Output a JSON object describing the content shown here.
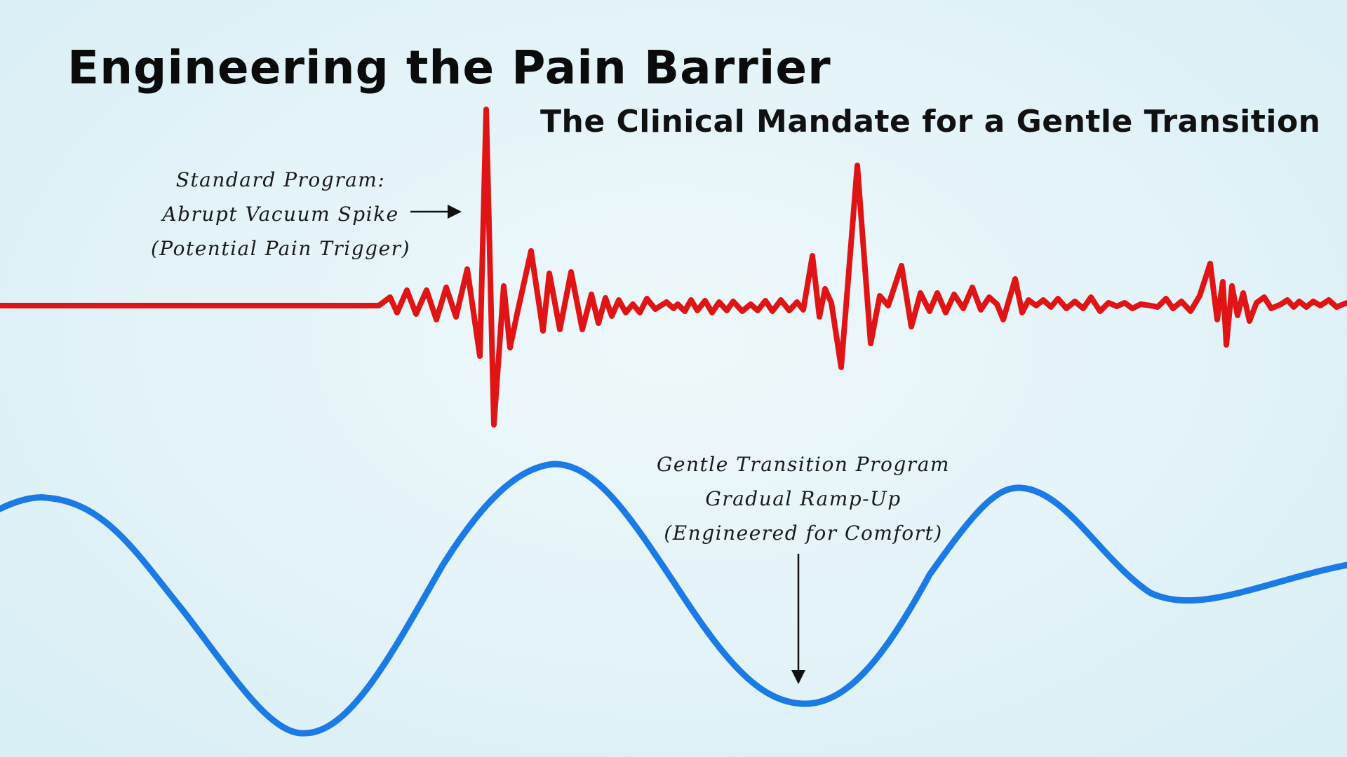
{
  "header": {
    "title": "Engineering the Pain Barrier",
    "subtitle": "The Clinical Mandate for a Gentle Transition"
  },
  "annotations": {
    "standard": {
      "lines": [
        "Standard Program:",
        "Abrupt Vacuum Spike",
        "(Potential Pain Trigger)"
      ]
    },
    "gentle": {
      "lines": [
        "Gentle Transition Program",
        "Gradual Ramp-Up",
        "(Engineered for Comfort)"
      ]
    }
  },
  "colors": {
    "standard_wave": "#e01414",
    "gentle_wave": "#1a7ae6",
    "arrow": "#111111",
    "background": "#e3f3f8"
  }
}
